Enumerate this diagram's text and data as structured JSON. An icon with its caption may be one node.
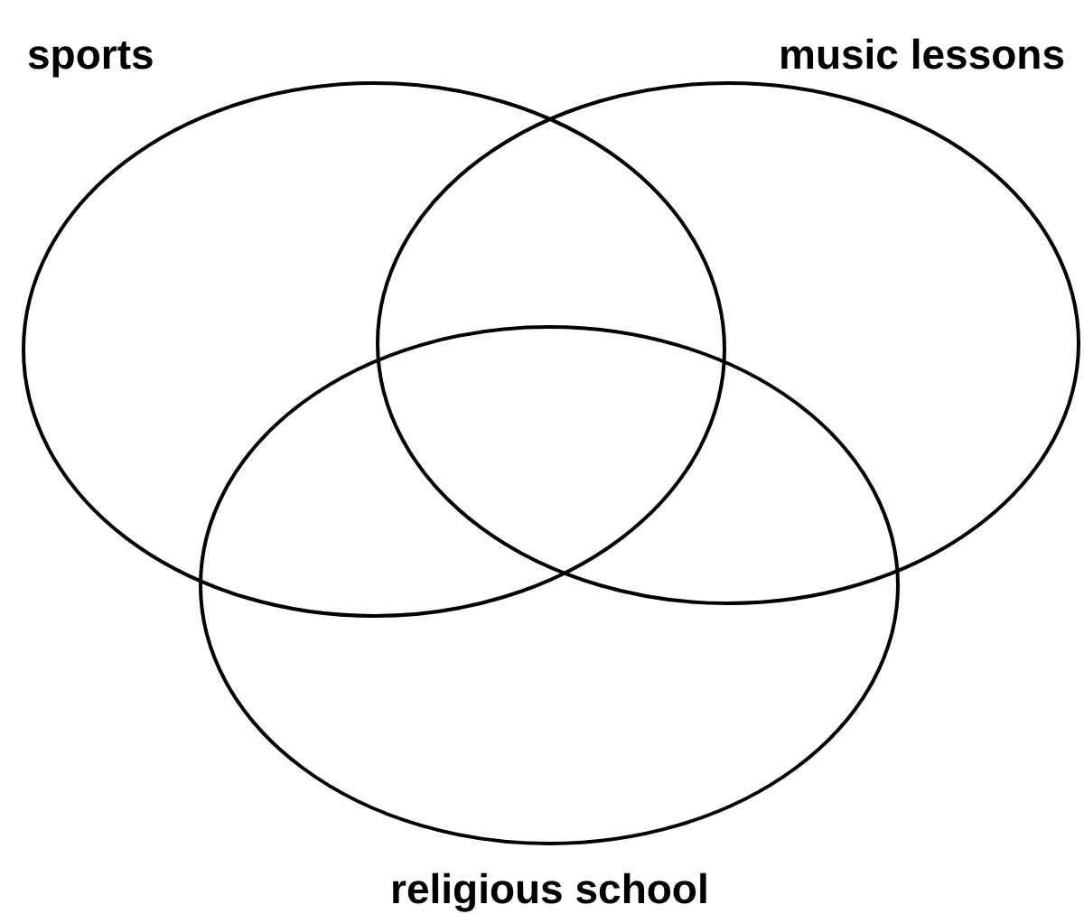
{
  "diagram": {
    "nodes": [
      {
        "text": [
          "sports"
        ]
      },
      {
        "text": [
          "music lessons"
        ]
      },
      {
        "text": [
          "religious school"
        ]
      }
    ],
    "edges": []
  }
}
